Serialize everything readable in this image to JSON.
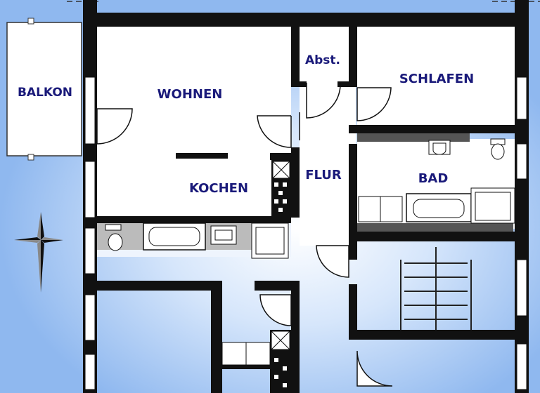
{
  "rooms": {
    "balkon": "BALKON",
    "wohnen": "WOHNEN",
    "kochen": "KOCHEN",
    "abstellraum": "Abst.",
    "schlafen": "SCHLAFEN",
    "flur": "FLUR",
    "bad": "BAD"
  },
  "colors": {
    "background_outer": "#8fb8ef",
    "background_center": "#ffffff",
    "wall": "#111111",
    "room_floor": "#ffffff",
    "label": "#1a1a7a",
    "stair_line": "#222222"
  },
  "icons": {
    "compass": "compass-rose-icon",
    "bathtub": "bathtub-icon",
    "toilet": "toilet-icon",
    "sink": "sink-icon",
    "stove": "stove-icon",
    "shower": "shower-tray-icon"
  }
}
